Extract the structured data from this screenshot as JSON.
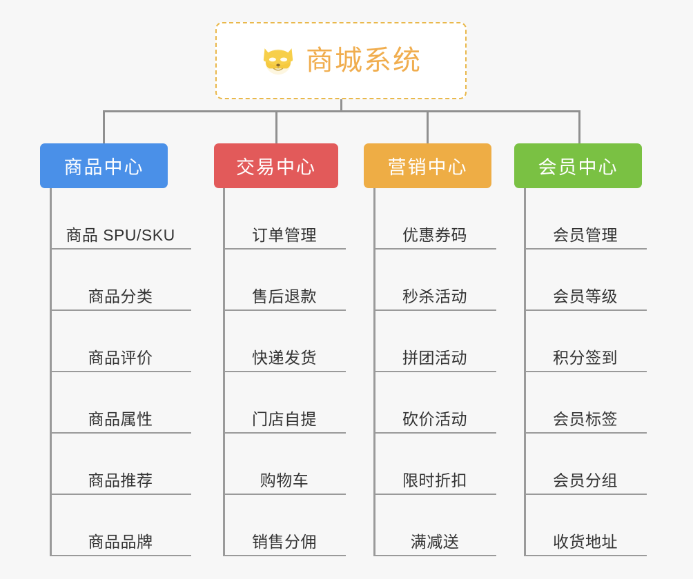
{
  "page": {
    "background_color": "#f7f7f7",
    "connector_color": "#909090",
    "leaf_line_color": "#9a9a9a",
    "leaf_text_color": "#333333"
  },
  "root": {
    "title": "商城系统",
    "icon": "shiba-dog-face-icon",
    "text_color": "#f0ad4e",
    "border_color": "#e9b84b",
    "background_color": "#ffffff"
  },
  "categories": [
    {
      "label": "商品中心",
      "color": "#4a90e8",
      "items": [
        "商品 SPU/SKU",
        "商品分类",
        "商品评价",
        "商品属性",
        "商品推荐",
        "商品品牌"
      ]
    },
    {
      "label": "交易中心",
      "color": "#e25a5a",
      "items": [
        "订单管理",
        "售后退款",
        "快递发货",
        "门店自提",
        "购物车",
        "销售分佣"
      ]
    },
    {
      "label": "营销中心",
      "color": "#eead45",
      "items": [
        "优惠券码",
        "秒杀活动",
        "拼团活动",
        "砍价活动",
        "限时折扣",
        "满减送"
      ]
    },
    {
      "label": "会员中心",
      "color": "#7ac143",
      "items": [
        "会员管理",
        "会员等级",
        "积分签到",
        "会员标签",
        "会员分组",
        "收货地址"
      ]
    }
  ]
}
